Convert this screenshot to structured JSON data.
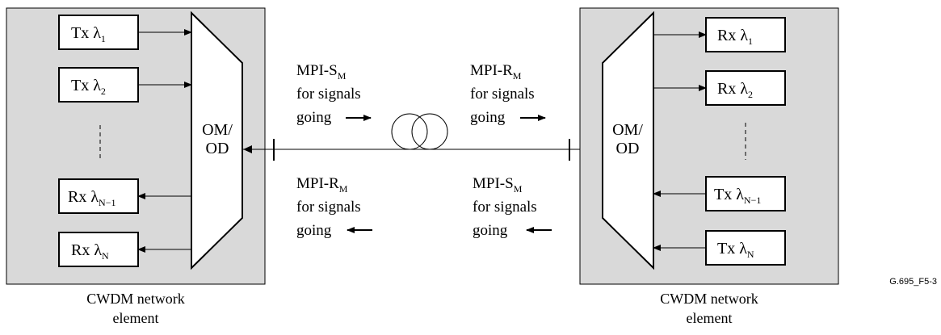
{
  "left_element": {
    "caption_line1": "CWDM network",
    "caption_line2": "element",
    "mux_label_line1": "OM/",
    "mux_label_line2": "OD",
    "channels": [
      {
        "prefix": "Tx",
        "symbol": "λ",
        "sub": "1"
      },
      {
        "prefix": "Tx",
        "symbol": "λ",
        "sub": "2"
      },
      {
        "prefix": "Rx",
        "symbol": "λ",
        "sub": "N−1"
      },
      {
        "prefix": "Rx",
        "symbol": "λ",
        "sub": "N"
      }
    ]
  },
  "right_element": {
    "caption_line1": "CWDM network",
    "caption_line2": "element",
    "mux_label_line1": "OM/",
    "mux_label_line2": "OD",
    "channels": [
      {
        "prefix": "Rx",
        "symbol": "λ",
        "sub": "1"
      },
      {
        "prefix": "Rx",
        "symbol": "λ",
        "sub": "2"
      },
      {
        "prefix": "Tx",
        "symbol": "λ",
        "sub": "N−1"
      },
      {
        "prefix": "Tx",
        "symbol": "λ",
        "sub": "N"
      }
    ]
  },
  "interfaces": {
    "top_left": {
      "name": "MPI-S",
      "sub": "M",
      "line2": "for signals",
      "line3": "going"
    },
    "top_right": {
      "name": "MPI-R",
      "sub": "M",
      "line2": "for signals",
      "line3": "going"
    },
    "bottom_left": {
      "name": "MPI-R",
      "sub": "M",
      "line2": "for signals",
      "line3": "going"
    },
    "bottom_right": {
      "name": "MPI-S",
      "sub": "M",
      "line2": "for signals",
      "line3": "going"
    }
  },
  "figure_id": "G.695_F5-3",
  "colors": {
    "panel": "#d9d9d9",
    "stroke": "#000000",
    "box": "#ffffff"
  }
}
